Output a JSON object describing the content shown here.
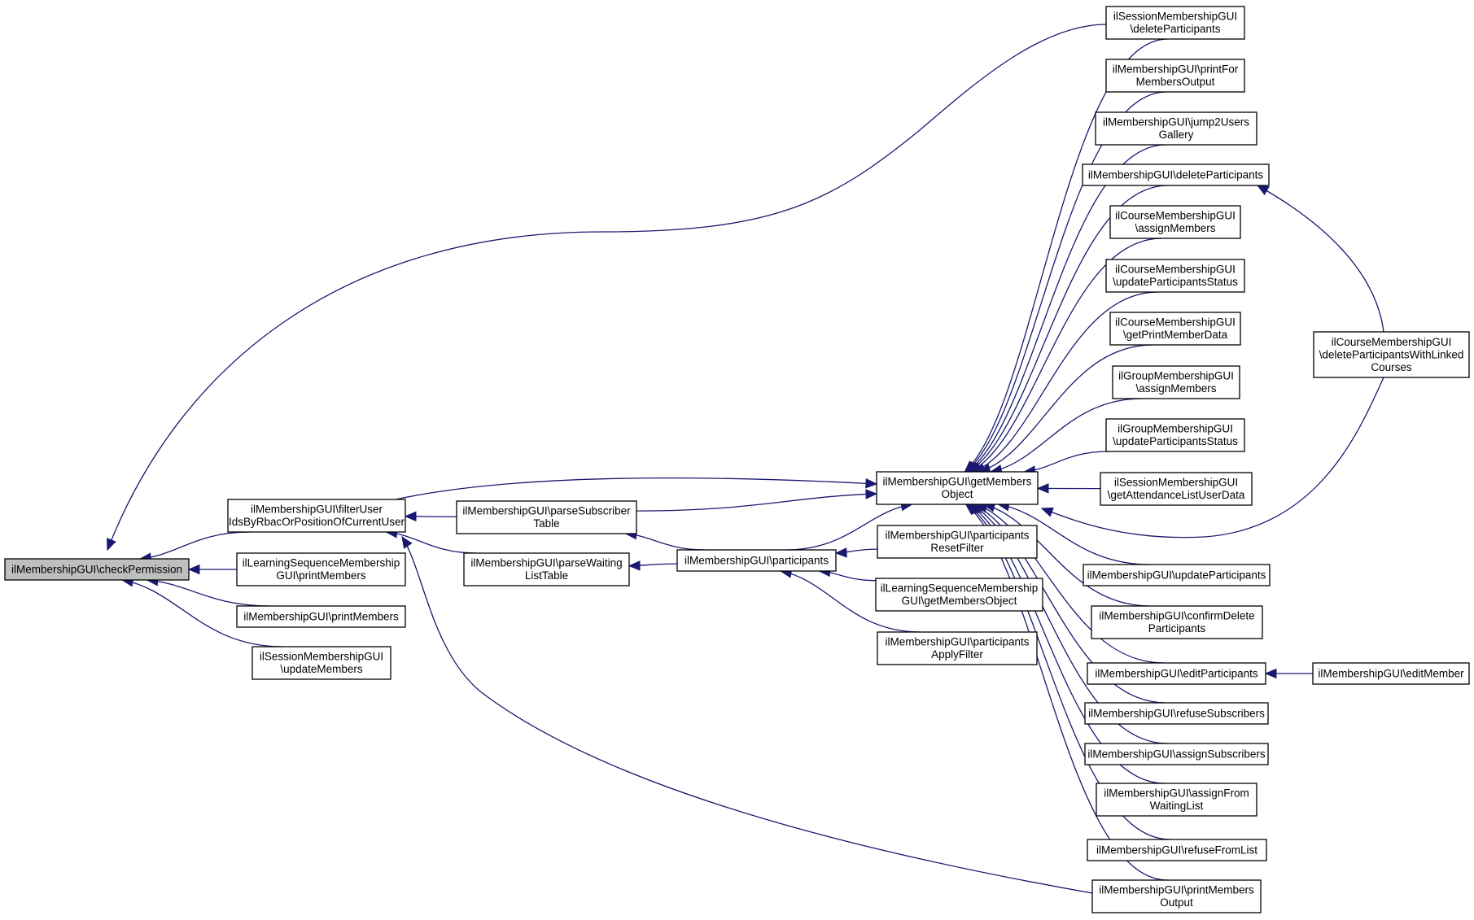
{
  "diagram": {
    "type": "call-graph",
    "colors": {
      "edge": "#191970",
      "root_fill": "#bfbfbf",
      "node_fill": "#ffffff",
      "node_border": "#000000"
    },
    "nodes": [
      {
        "id": "checkPermission",
        "lines": [
          "ilMembershipGUI\\checkPermission"
        ],
        "root": true
      },
      {
        "id": "filterUser",
        "lines": [
          "ilMembershipGUI\\filterUser",
          "IdsByRbacOrPositionOfCurrentUser"
        ]
      },
      {
        "id": "lsPrintMembers",
        "lines": [
          "ilLearningSequenceMembership",
          "GUI\\printMembers"
        ]
      },
      {
        "id": "printMembers",
        "lines": [
          "ilMembershipGUI\\printMembers"
        ]
      },
      {
        "id": "sessUpdateMembers",
        "lines": [
          "ilSessionMembershipGUI",
          "\\updateMembers"
        ]
      },
      {
        "id": "parseSubscriber",
        "lines": [
          "ilMembershipGUI\\parseSubscriber",
          "Table"
        ]
      },
      {
        "id": "parseWaiting",
        "lines": [
          "ilMembershipGUI\\parseWaiting",
          "ListTable"
        ]
      },
      {
        "id": "participants",
        "lines": [
          "ilMembershipGUI\\participants"
        ]
      },
      {
        "id": "getMembersObject",
        "lines": [
          "ilMembershipGUI\\getMembers",
          "Object"
        ]
      },
      {
        "id": "participantsResetFilter",
        "lines": [
          "ilMembershipGUI\\participants",
          "ResetFilter"
        ]
      },
      {
        "id": "lsGetMembersObject",
        "lines": [
          "ilLearningSequenceMembership",
          "GUI\\getMembersObject"
        ]
      },
      {
        "id": "participantsApplyFilter",
        "lines": [
          "ilMembershipGUI\\participants",
          "ApplyFilter"
        ]
      },
      {
        "id": "sessDeleteParticipants",
        "lines": [
          "ilSessionMembershipGUI",
          "\\deleteParticipants"
        ]
      },
      {
        "id": "printForMembersOutput",
        "lines": [
          "ilMembershipGUI\\printFor",
          "MembersOutput"
        ]
      },
      {
        "id": "jump2UsersGallery",
        "lines": [
          "ilMembershipGUI\\jump2Users",
          "Gallery"
        ]
      },
      {
        "id": "deleteParticipants",
        "lines": [
          "ilMembershipGUI\\deleteParticipants"
        ]
      },
      {
        "id": "courseAssignMembers",
        "lines": [
          "ilCourseMembershipGUI",
          "\\assignMembers"
        ]
      },
      {
        "id": "courseUpdateParticipantsStatus",
        "lines": [
          "ilCourseMembershipGUI",
          "\\updateParticipantsStatus"
        ]
      },
      {
        "id": "courseGetPrintMemberData",
        "lines": [
          "ilCourseMembershipGUI",
          "\\getPrintMemberData"
        ]
      },
      {
        "id": "groupAssignMembers",
        "lines": [
          "ilGroupMembershipGUI",
          "\\assignMembers"
        ]
      },
      {
        "id": "groupUpdateParticipantsStatus",
        "lines": [
          "ilGroupMembershipGUI",
          "\\updateParticipantsStatus"
        ]
      },
      {
        "id": "sessGetAttendanceList",
        "lines": [
          "ilSessionMembershipGUI",
          "\\getAttendanceListUserData"
        ]
      },
      {
        "id": "updateParticipants",
        "lines": [
          "ilMembershipGUI\\updateParticipants"
        ]
      },
      {
        "id": "confirmDeleteParticipants",
        "lines": [
          "ilMembershipGUI\\confirmDelete",
          "Participants"
        ]
      },
      {
        "id": "editParticipants",
        "lines": [
          "ilMembershipGUI\\editParticipants"
        ]
      },
      {
        "id": "refuseSubscribers",
        "lines": [
          "ilMembershipGUI\\refuseSubscribers"
        ]
      },
      {
        "id": "assignSubscribers",
        "lines": [
          "ilMembershipGUI\\assignSubscribers"
        ]
      },
      {
        "id": "assignFromWaitingList",
        "lines": [
          "ilMembershipGUI\\assignFrom",
          "WaitingList"
        ]
      },
      {
        "id": "refuseFromList",
        "lines": [
          "ilMembershipGUI\\refuseFromList"
        ]
      },
      {
        "id": "printMembersOutput",
        "lines": [
          "ilMembershipGUI\\printMembers",
          "Output"
        ]
      },
      {
        "id": "courseDeleteWithLinked",
        "lines": [
          "ilCourseMembershipGUI",
          "\\deleteParticipantsWithLinked",
          "Courses"
        ]
      },
      {
        "id": "editMember",
        "lines": [
          "ilMembershipGUI\\editMember"
        ]
      }
    ],
    "edges": [
      {
        "from": "filterUser",
        "to": "checkPermission"
      },
      {
        "from": "lsPrintMembers",
        "to": "checkPermission"
      },
      {
        "from": "printMembers",
        "to": "checkPermission"
      },
      {
        "from": "sessUpdateMembers",
        "to": "checkPermission"
      },
      {
        "from": "sessDeleteParticipants",
        "to": "checkPermission"
      },
      {
        "from": "parseSubscriber",
        "to": "filterUser"
      },
      {
        "from": "parseWaiting",
        "to": "filterUser"
      },
      {
        "from": "printMembersOutput",
        "to": "filterUser"
      },
      {
        "from": "filterUser",
        "to": "getMembersObject"
      },
      {
        "from": "parseSubscriber",
        "to": "getMembersObject"
      },
      {
        "from": "participants",
        "to": "parseSubscriber"
      },
      {
        "from": "participants",
        "to": "parseWaiting"
      },
      {
        "from": "participants",
        "to": "getMembersObject"
      },
      {
        "from": "participantsResetFilter",
        "to": "participants"
      },
      {
        "from": "lsGetMembersObject",
        "to": "participants"
      },
      {
        "from": "participantsApplyFilter",
        "to": "participants"
      },
      {
        "from": "sessDeleteParticipants",
        "to": "getMembersObject"
      },
      {
        "from": "printForMembersOutput",
        "to": "getMembersObject"
      },
      {
        "from": "jump2UsersGallery",
        "to": "getMembersObject"
      },
      {
        "from": "deleteParticipants",
        "to": "getMembersObject"
      },
      {
        "from": "courseAssignMembers",
        "to": "getMembersObject"
      },
      {
        "from": "courseUpdateParticipantsStatus",
        "to": "getMembersObject"
      },
      {
        "from": "courseGetPrintMemberData",
        "to": "getMembersObject"
      },
      {
        "from": "groupAssignMembers",
        "to": "getMembersObject"
      },
      {
        "from": "groupUpdateParticipantsStatus",
        "to": "getMembersObject"
      },
      {
        "from": "sessGetAttendanceList",
        "to": "getMembersObject"
      },
      {
        "from": "courseDeleteWithLinked",
        "to": "getMembersObject"
      },
      {
        "from": "updateParticipants",
        "to": "getMembersObject"
      },
      {
        "from": "confirmDeleteParticipants",
        "to": "getMembersObject"
      },
      {
        "from": "editParticipants",
        "to": "getMembersObject"
      },
      {
        "from": "refuseSubscribers",
        "to": "getMembersObject"
      },
      {
        "from": "assignSubscribers",
        "to": "getMembersObject"
      },
      {
        "from": "assignFromWaitingList",
        "to": "getMembersObject"
      },
      {
        "from": "refuseFromList",
        "to": "getMembersObject"
      },
      {
        "from": "printMembersOutput",
        "to": "getMembersObject"
      },
      {
        "from": "courseDeleteWithLinked",
        "to": "deleteParticipants"
      },
      {
        "from": "editMember",
        "to": "editParticipants"
      }
    ]
  }
}
